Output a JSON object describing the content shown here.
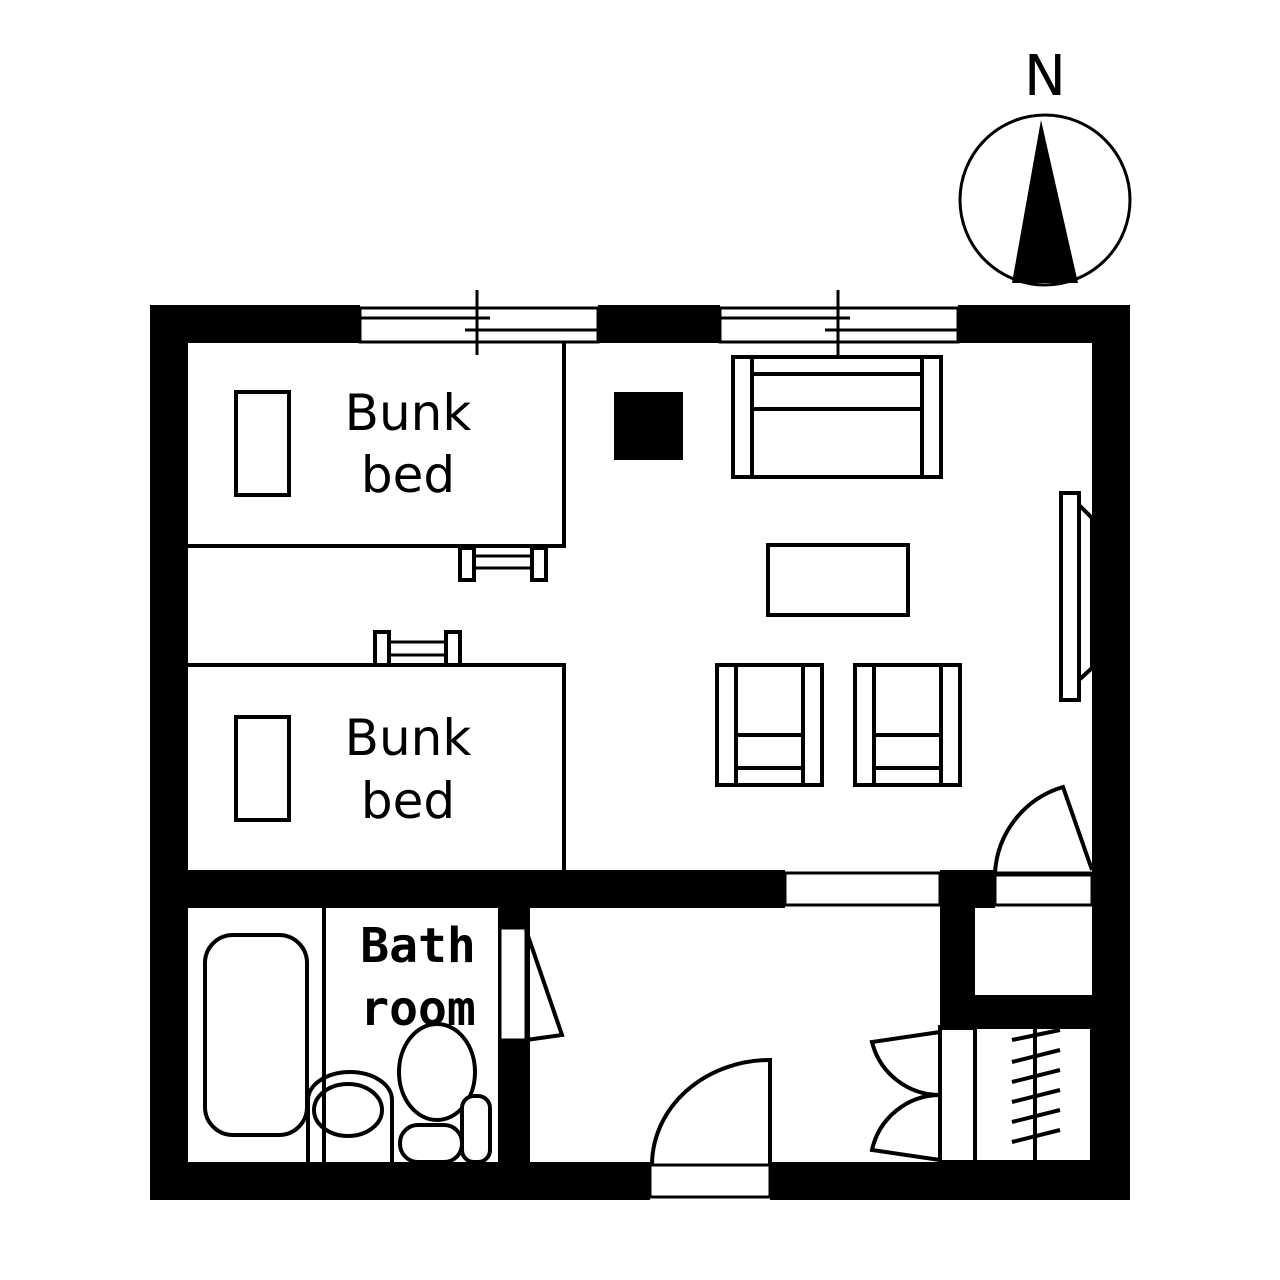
{
  "compass": {
    "label": "N",
    "icon": "north-arrow-icon"
  },
  "rooms": {
    "bunk_bed_1": {
      "line1": "Bunk",
      "line2": "bed"
    },
    "bunk_bed_2": {
      "line1": "Bunk",
      "line2": "bed"
    },
    "bathroom": {
      "line1": "Bath",
      "line2": "room"
    }
  },
  "colors": {
    "wall": "#000000",
    "background": "#ffffff"
  }
}
